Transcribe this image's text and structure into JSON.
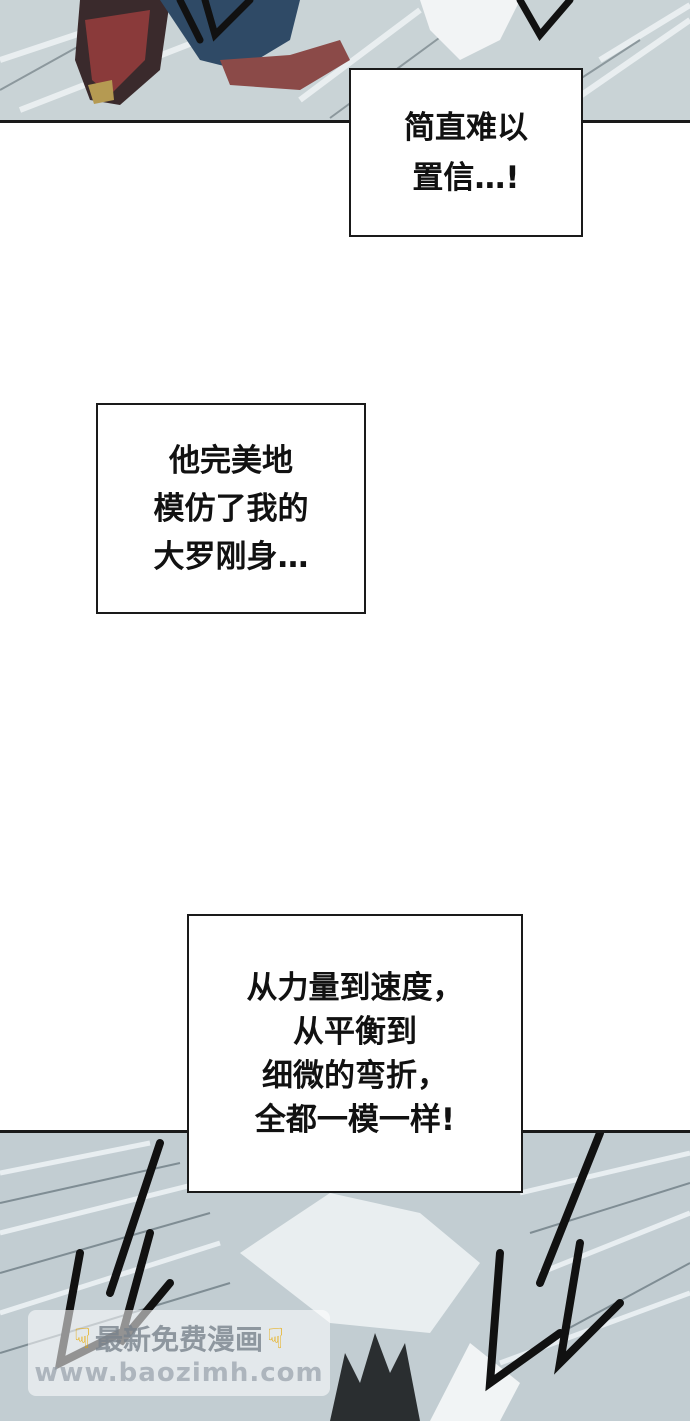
{
  "captions": {
    "caption_1": {
      "lines": [
        "简直难以",
        "置信…!"
      ]
    },
    "caption_2": {
      "lines": [
        "他完美地",
        "模仿了我的",
        "大罗刚身…"
      ]
    },
    "caption_3": {
      "lines": [
        "从力量到速度，",
        "从平衡到",
        "细微的弯折，",
        "全都一模一样!"
      ]
    }
  },
  "watermark": {
    "text": "最新免费漫画",
    "url": "www.baozimh.com",
    "left_icon": "pointing-hand-icon",
    "right_icon": "pointing-hand-icon"
  },
  "colors": {
    "panel_background": "#c9d3d6",
    "ink": "#1a1a1a",
    "caption_fill": "#ffffff"
  }
}
